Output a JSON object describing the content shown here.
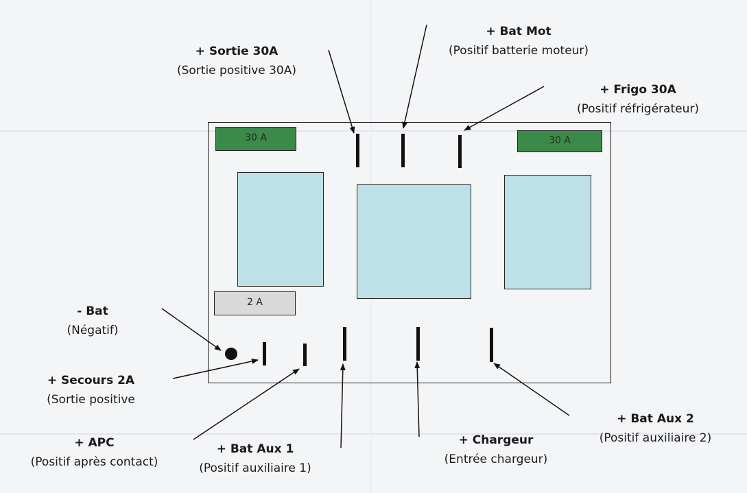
{
  "fuses": {
    "top_left": "30 A",
    "top_right": "30 A",
    "small": "2 A"
  },
  "labels": {
    "sortie_30a": {
      "title": "+ Sortie 30A",
      "desc": "(Sortie positive 30A)"
    },
    "bat_mot": {
      "title": "+ Bat Mot",
      "desc": "(Positif batterie moteur)"
    },
    "frigo_30a": {
      "title": "+ Frigo 30A",
      "desc": "(Positif réfrigérateur)"
    },
    "neg_bat": {
      "title": "- Bat",
      "desc": "(Négatif)"
    },
    "secours_2a": {
      "title": "+ Secours 2A",
      "desc": "(Sortie positive"
    },
    "apc": {
      "title": "+ APC",
      "desc": "(Positif après contact)"
    },
    "bat_aux1": {
      "title": "+ Bat Aux 1",
      "desc": "(Positif auxiliaire 1)"
    },
    "chargeur": {
      "title": "+ Chargeur",
      "desc": "(Entrée chargeur)"
    },
    "bat_aux2": {
      "title": "+ Bat Aux 2",
      "desc": "(Positif auxiliaire 2)"
    }
  },
  "colors": {
    "fuse_green": "#3b8a4a",
    "fuse_grey": "#d9d9d9",
    "relay_blue": "#bde1e6",
    "ink": "#111111",
    "paper": "#f4f5f7"
  }
}
